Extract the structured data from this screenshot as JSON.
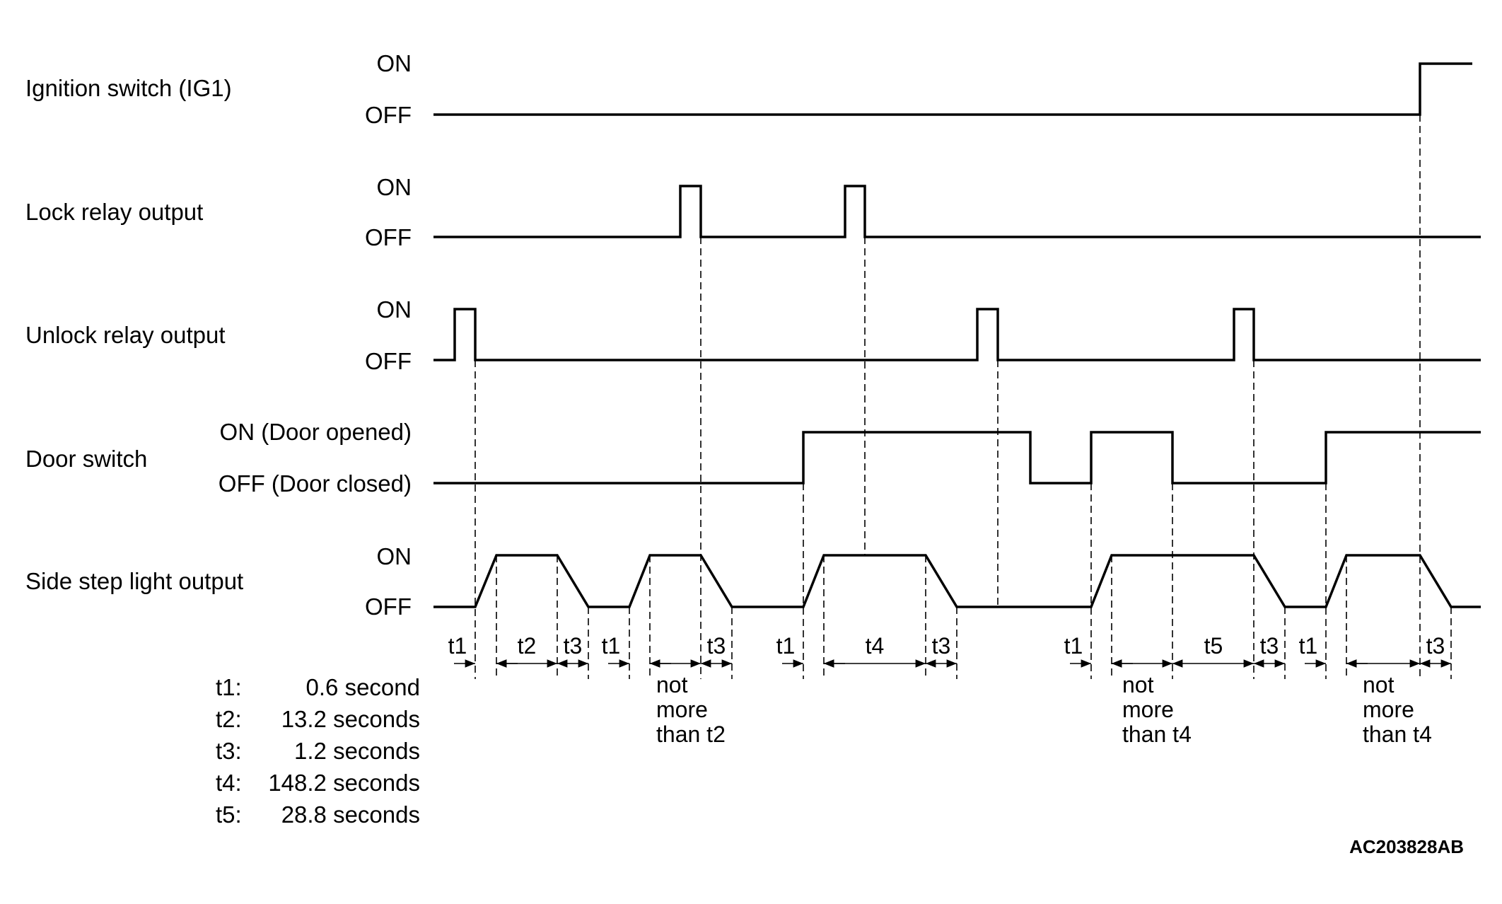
{
  "signals": [
    {
      "id": "ignition",
      "label": "Ignition switch (IG1)",
      "on_label": "ON",
      "off_label": "OFF"
    },
    {
      "id": "lock",
      "label": "Lock relay output",
      "on_label": "ON",
      "off_label": "OFF"
    },
    {
      "id": "unlock",
      "label": "Unlock relay output",
      "on_label": "ON",
      "off_label": "OFF"
    },
    {
      "id": "door",
      "label": "Door switch",
      "on_label": "ON (Door opened)",
      "off_label": "OFF (Door closed)"
    },
    {
      "id": "sidestep",
      "label": "Side step light output",
      "on_label": "ON",
      "off_label": "OFF"
    }
  ],
  "interval_labels": {
    "t1": "t1",
    "t2": "t2",
    "t3": "t3",
    "t4": "t4",
    "t5": "t5"
  },
  "notes": {
    "not_more_than_t2": [
      "not",
      "more",
      "than t2"
    ],
    "not_more_than_t4_a": [
      "not",
      "more",
      "than t4"
    ],
    "not_more_than_t4_b": [
      "not",
      "more",
      "than t4"
    ]
  },
  "legend": [
    {
      "key": "t1:",
      "value": "0.6 second"
    },
    {
      "key": "t2:",
      "value": "13.2 seconds"
    },
    {
      "key": "t3:",
      "value": "1.2 seconds"
    },
    {
      "key": "t4:",
      "value": "148.2 seconds"
    },
    {
      "key": "t5:",
      "value": "28.8 seconds"
    }
  ],
  "figure_id": "AC203828AB"
}
